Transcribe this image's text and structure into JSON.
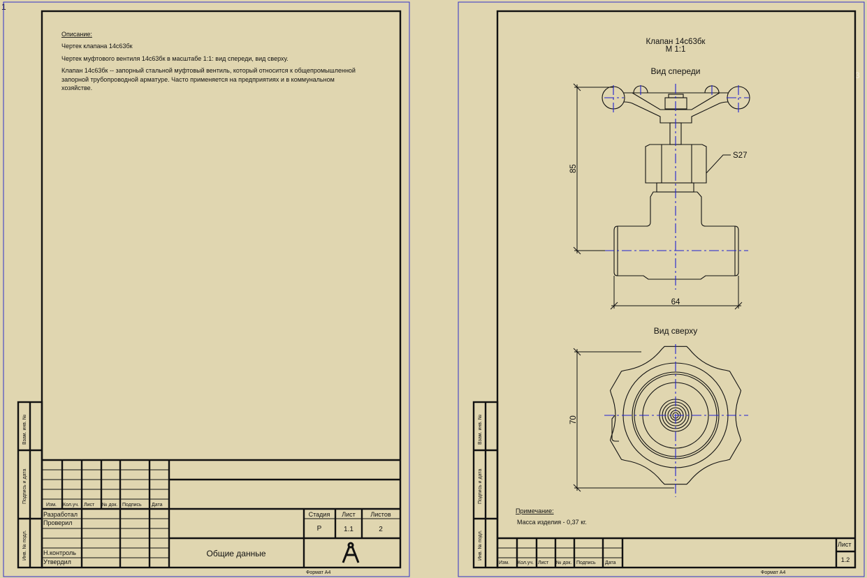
{
  "page_markers": {
    "left": "1",
    "right": "3"
  },
  "sheet1": {
    "description_title": "Описание:",
    "lines": [
      "Чертек клапана 14с63бк",
      "Чертек муфтового вентиля 14с63бк в масштабе 1:1: вид спереди, вид сверху.",
      "Клапан 14с63бк -- запорный стальной муфтовый вентиль, который относится к общепромышленной",
      "запорной трубопроводной арматуре. Часто применяется на предприятиях и в коммунальном",
      "хозяйстве."
    ],
    "side_labels": [
      "Взам. инв. №",
      "Подпись и дата",
      "Инв. № подл."
    ],
    "title_block": {
      "columns": [
        "Изм.",
        "Кол.уч.",
        "Лист",
        "№ док.",
        "Подпись",
        "Дата"
      ],
      "roles": [
        "Разработал",
        "Проверил",
        "Н.контроль",
        "Утвердил"
      ],
      "stage_header": "Стадия",
      "sheet_header": "Лист",
      "sheets_header": "Листов",
      "stage": "Р",
      "sheet": "1.1",
      "sheets": "2",
      "name": "Общие данные",
      "logo": "compass-logo"
    },
    "format": "Формат А4"
  },
  "sheet2": {
    "title": "Клапан 14с63бк",
    "scale": "М 1:1",
    "front_view_label": "Вид спереди",
    "top_view_label": "Вид сверху",
    "dims": {
      "height": "85",
      "width": "64",
      "hex": "S27",
      "top": "70"
    },
    "note_title": "Примечание:",
    "note": "Масса изделия - 0,37 кг.",
    "side_labels": [
      "Взам. инв. №",
      "Подпись и дата",
      "Инв. № подл."
    ],
    "title_block": {
      "columns": [
        "Изм.",
        "Кол.уч.",
        "Лист",
        "№ док.",
        "Подпись",
        "Дата"
      ],
      "sheet_header": "Лист",
      "sheet": "1.2"
    },
    "format": "Формат А4"
  }
}
